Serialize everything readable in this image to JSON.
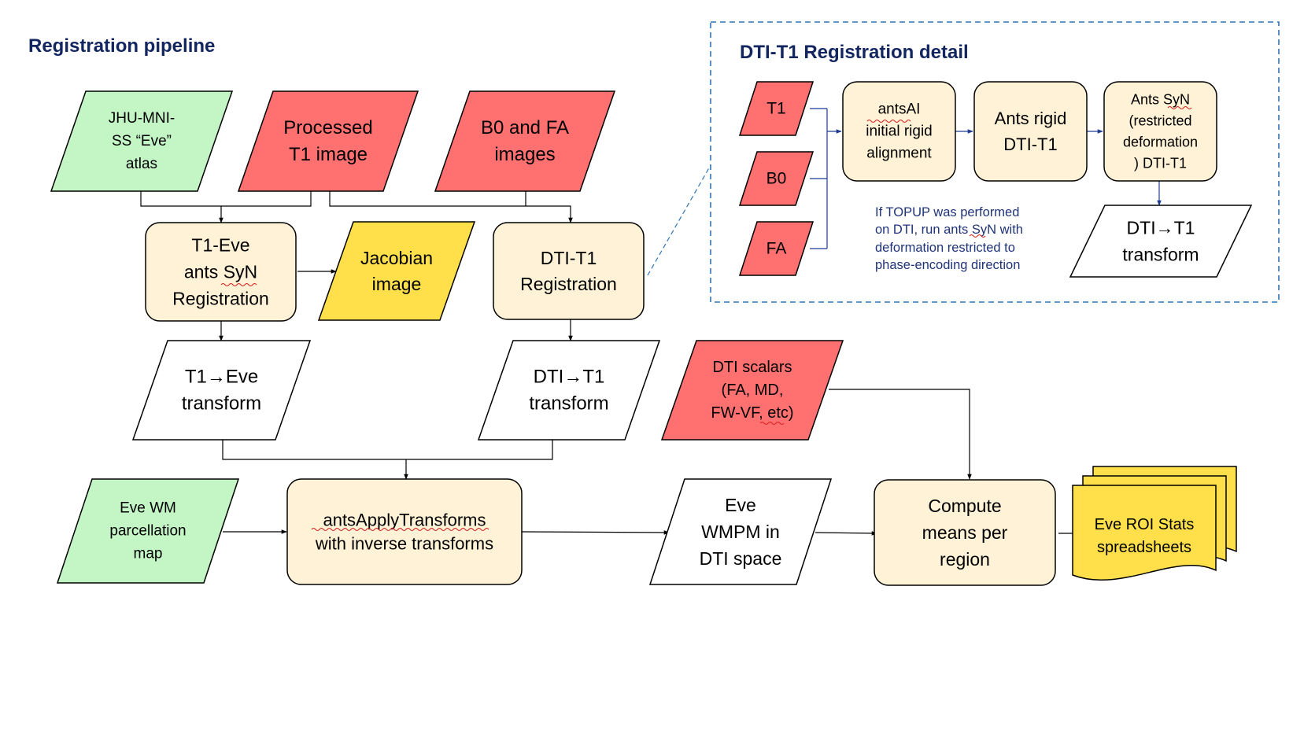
{
  "titles": {
    "main": "Registration pipeline",
    "detail": "DTI-T1 Registration detail"
  },
  "colors": {
    "green": "#c3f5c5",
    "red": "#ff7070",
    "yellow": "#ffe04b",
    "cream": "#fff2d6",
    "white": "#ffffff",
    "title_navy": "#132660",
    "note_navy": "#1f3378",
    "dashed_border": "#2e75b6"
  },
  "nodes": {
    "eve_atlas": [
      "JHU-MNI-",
      "SS “Eve”",
      "atlas"
    ],
    "processed_t1": [
      "Processed",
      "T1 image"
    ],
    "b0_fa": [
      "B0 and FA",
      "images"
    ],
    "t1_eve_reg": [
      "T1-Eve",
      "ants SyN",
      "Registration"
    ],
    "jacobian": [
      "Jacobian",
      "image"
    ],
    "dti_t1_reg": [
      "DTI-T1",
      "Registration"
    ],
    "t1_eve_transform": [
      "T1→Eve",
      "transform"
    ],
    "dti_t1_transform": [
      "DTI→T1",
      "transform"
    ],
    "dti_scalars": [
      "DTI scalars",
      "(FA, MD,",
      "FW-VF, etc)"
    ],
    "eve_wm_map": [
      "Eve WM",
      "parcellation",
      "map"
    ],
    "ants_apply": [
      "antsApplyTransforms",
      "with inverse transforms"
    ],
    "eve_wmpm": [
      "Eve",
      "WMPM in",
      "DTI space"
    ],
    "compute_means": [
      "Compute",
      "means per",
      "region"
    ],
    "roi_stats": [
      "Eve ROI Stats",
      "spreadsheets"
    ],
    "d_t1": [
      "T1"
    ],
    "d_b0": [
      "B0"
    ],
    "d_fa": [
      "FA"
    ],
    "d_antsai": [
      "antsAI",
      "initial rigid",
      "alignment"
    ],
    "d_rigid": [
      "Ants rigid",
      "DTI-T1"
    ],
    "d_syn": [
      "Ants SyN",
      "(restricted",
      "deformation",
      ") DTI-T1"
    ],
    "d_transform": [
      "DTI→T1",
      "transform"
    ]
  },
  "note": [
    "If  TOPUP  was  performed",
    "on DTI, run ants SyN with",
    "deformation  restricted  to",
    "phase-encoding direction"
  ]
}
